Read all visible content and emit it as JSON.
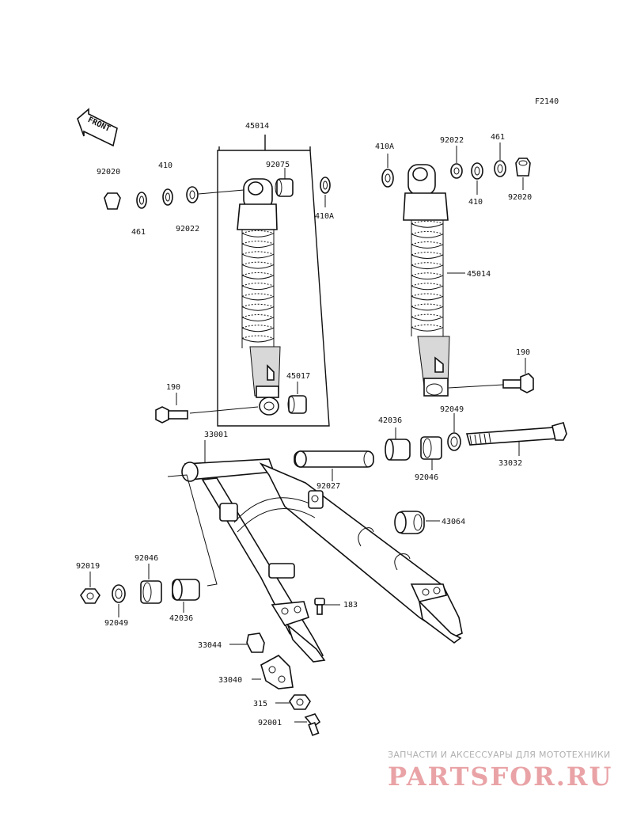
{
  "figure_code": "F2140",
  "front_label": "FRONT",
  "labels": {
    "l45014a": "45014",
    "l92075": "92075",
    "l410Aa": "410A",
    "l92020a": "92020",
    "l410a": "410",
    "l461a": "461",
    "l92022a": "92022",
    "l190a": "190",
    "l45017": "45017",
    "l410Ab": "410A",
    "l92022b": "92022",
    "l461b": "461",
    "l410b": "410",
    "l92020b": "92020",
    "l45014b": "45014",
    "l190b": "190",
    "l33001": "33001",
    "l42036a": "42036",
    "l92049a": "92049",
    "l33032": "33032",
    "l92046a": "92046",
    "l92027": "92027",
    "l43064": "43064",
    "l92019": "92019",
    "l92046b": "92046",
    "l92049b": "92049",
    "l42036b": "42036",
    "l183": "183",
    "l33044": "33044",
    "l33040": "33040",
    "l315": "315",
    "l92001": "92001"
  },
  "watermark": {
    "tagline": "ЗАПЧАСТИ И АКСЕССУАРЫ ДЛЯ МОТОТЕХНИКИ",
    "logo": "PARTSFOR.RU"
  }
}
